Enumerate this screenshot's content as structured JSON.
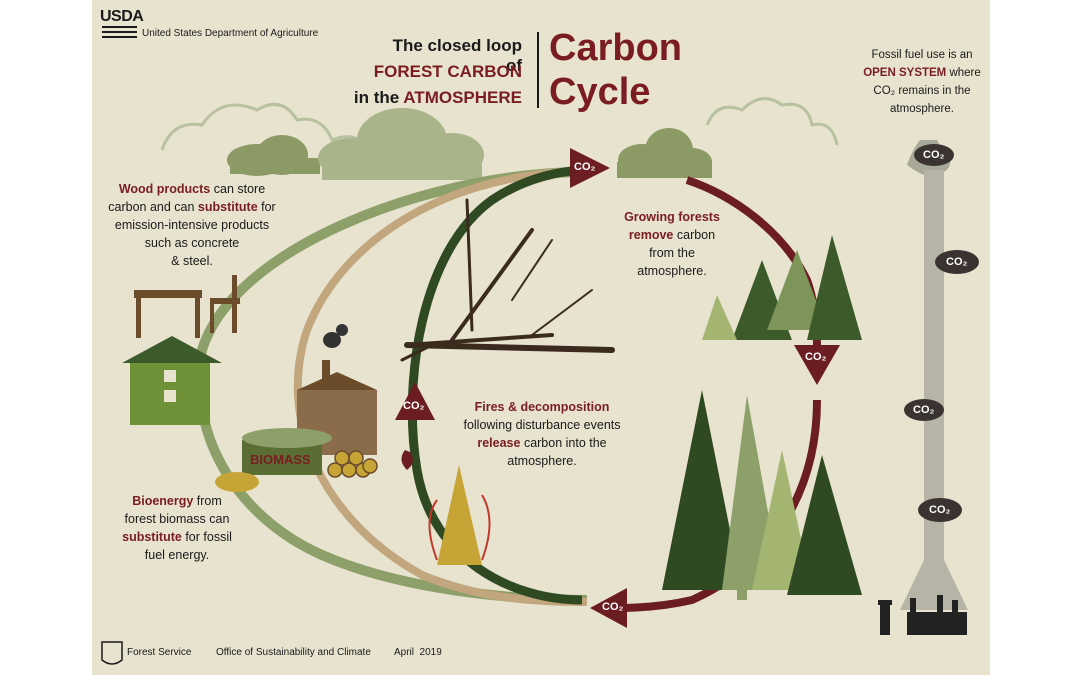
{
  "header": {
    "agency_logo": "USDA",
    "agency_name": "United States Department of Agriculture",
    "title_line1": "The closed loop of",
    "title_line2": "FOREST CARBON",
    "title_line3_a": "in the ",
    "title_line3_b": "ATMOSPHERE",
    "big_title_1": "Carbon",
    "big_title_2": "Cycle"
  },
  "right_panel": {
    "line1": "Fossil fuel use is an",
    "highlight": "OPEN SYSTEM",
    "line2_rest": " where",
    "line3": "CO₂ remains in the",
    "line4": "atmosphere."
  },
  "wood": {
    "h1": "Wood products",
    "t1": " can store",
    "t2a": "carbon and can ",
    "h2": "substitute",
    "t2b": " for",
    "t3": "emission-intensive products",
    "t4": "such as concrete",
    "t5": "& steel."
  },
  "bio": {
    "h1": "Bioenergy",
    "t1": " from",
    "t2": "forest biomass can",
    "h2": "substitute",
    "t3": " for fossil",
    "t4": "fuel energy."
  },
  "grow": {
    "h1": "Growing forests",
    "h2": "remove",
    "t1": " carbon",
    "t2": "from the",
    "t3": "atmosphere."
  },
  "fires": {
    "h1": "Fires & decomposition",
    "t1": "following disturbance events",
    "h2": "release",
    "t2": " carbon into the",
    "t3": "atmosphere."
  },
  "labels": {
    "co2": "CO₂",
    "biomass": "BIOMASS"
  },
  "footer": {
    "forest_service": "Forest Service",
    "office": "Office of Sustainability and Climate",
    "date": "April  2019"
  },
  "colors": {
    "background": "#e7e3cf",
    "accent_red": "#7a1d22",
    "forest_green": "#3d5a2a",
    "light_green": "#8a9e5a",
    "tan": "#c2a67e"
  }
}
